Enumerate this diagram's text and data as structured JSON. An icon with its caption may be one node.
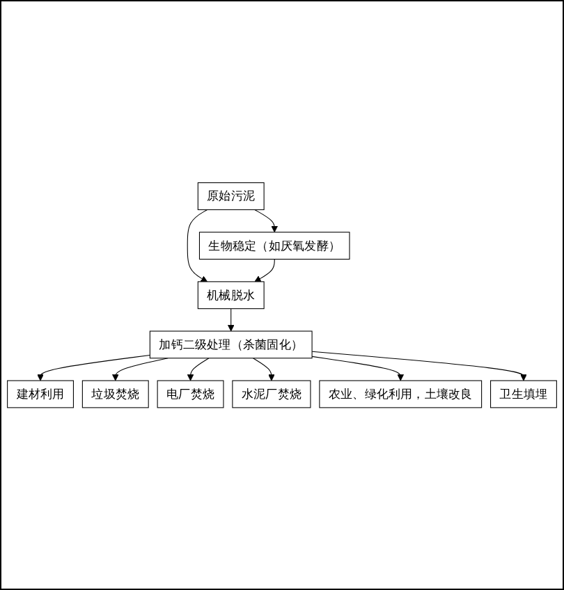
{
  "diagram": {
    "nodes": [
      {
        "text": [
          "原始污泥"
        ]
      },
      {
        "text": [
          "生物稳定（如厌氧发酵）"
        ]
      },
      {
        "text": [
          "机械脱水"
        ]
      },
      {
        "text": [
          "加钙二级处理（杀菌固化）"
        ]
      },
      {
        "text": [
          "建材利用"
        ]
      },
      {
        "text": [
          "垃圾焚烧"
        ]
      },
      {
        "text": [
          "电厂焚烧"
        ]
      },
      {
        "text": [
          "水泥厂焚烧"
        ]
      },
      {
        "text": [
          "农业、绿化利用，土壤改良"
        ]
      },
      {
        "text": [
          "卫生填埋"
        ]
      }
    ],
    "edges": [
      {
        "from": 0,
        "to": 1,
        "arrow": "to"
      },
      {
        "from": 0,
        "to": 2,
        "arrow": "to"
      },
      {
        "from": 1,
        "to": 2,
        "arrow": "to"
      },
      {
        "from": 2,
        "to": 3,
        "arrow": "to"
      },
      {
        "from": 3,
        "to": 4,
        "arrow": "to"
      },
      {
        "from": 3,
        "to": 5,
        "arrow": "to"
      },
      {
        "from": 3,
        "to": 6,
        "arrow": "to"
      },
      {
        "from": 3,
        "to": 7,
        "arrow": "to"
      },
      {
        "from": 3,
        "to": 8,
        "arrow": "to"
      },
      {
        "from": 3,
        "to": 9,
        "arrow": "to"
      }
    ]
  }
}
